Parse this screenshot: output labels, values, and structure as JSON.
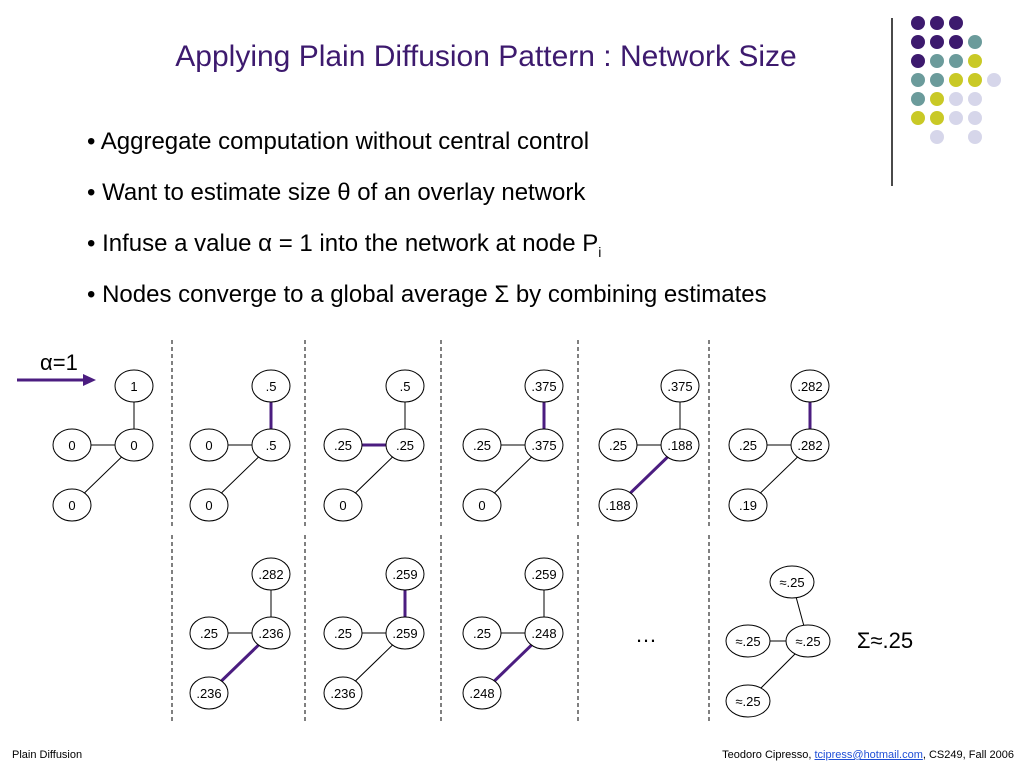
{
  "slide": {
    "title": "Applying Plain Diffusion Pattern : Network Size",
    "bullets": [
      "• Aggregate computation without central control",
      "• Want to estimate size θ of an overlay network",
      "• Infuse a value α = 1 into the network at node P",
      "• Nodes converge to a global average Σ by combining estimates"
    ],
    "bullet3_subscript": "i"
  },
  "decor": {
    "dot_colors": {
      "purple": "#3d1a6e",
      "teal": "#6b9b9b",
      "yellow": "#c9c926",
      "lavender": "#d6d6ea"
    },
    "dots": [
      [
        "purple",
        "purple",
        "purple",
        ""
      ],
      [
        "purple",
        "purple",
        "purple",
        "teal"
      ],
      [
        "purple",
        "teal",
        "teal",
        "yellow"
      ],
      [
        "teal",
        "teal",
        "yellow",
        "yellow",
        "lavender"
      ],
      [
        "teal",
        "yellow",
        "lavender",
        "lavender"
      ],
      [
        "yellow",
        "yellow",
        "lavender",
        "lavender"
      ],
      [
        "",
        "lavender",
        "",
        "lavender"
      ]
    ]
  },
  "diagram": {
    "infuse_label": "α=1",
    "highlight_color": "#4b1d80",
    "top_row": [
      {
        "top": "1",
        "middle": "0",
        "right": "0",
        "bottom": "0",
        "highlight": "none"
      },
      {
        "top": ".5",
        "middle": "0",
        "right": ".5",
        "bottom": "0",
        "highlight": "top-right"
      },
      {
        "top": ".5",
        "middle": ".25",
        "right": ".25",
        "bottom": "0",
        "highlight": "middle-right"
      },
      {
        "top": ".375",
        "middle": ".25",
        "right": ".375",
        "bottom": "0",
        "highlight": "top-right"
      },
      {
        "top": ".375",
        "middle": ".25",
        "right": ".188",
        "bottom": ".188",
        "highlight": "right-bottom"
      },
      {
        "top": ".282",
        "middle": ".25",
        "right": ".282",
        "bottom": ".19",
        "highlight": "top-right"
      }
    ],
    "bottom_row": [
      {
        "top": ".282",
        "middle": ".25",
        "right": ".236",
        "bottom": ".236",
        "highlight": "right-bottom"
      },
      {
        "top": ".259",
        "middle": ".25",
        "right": ".259",
        "bottom": ".236",
        "highlight": "top-right"
      },
      {
        "top": ".259",
        "middle": ".25",
        "right": ".248",
        "bottom": ".248",
        "highlight": "right-bottom"
      }
    ],
    "ellipsis": "…",
    "final": {
      "top": "≈.25",
      "middle": "≈.25",
      "right": "≈.25",
      "bottom": "≈.25"
    },
    "result_label": "Σ≈.25"
  },
  "footer": {
    "left": "Plain Diffusion",
    "author": "Teodoro Cipresso, ",
    "email": "tcipress@hotmail.com",
    "course": ", CS249, Fall 2006"
  }
}
